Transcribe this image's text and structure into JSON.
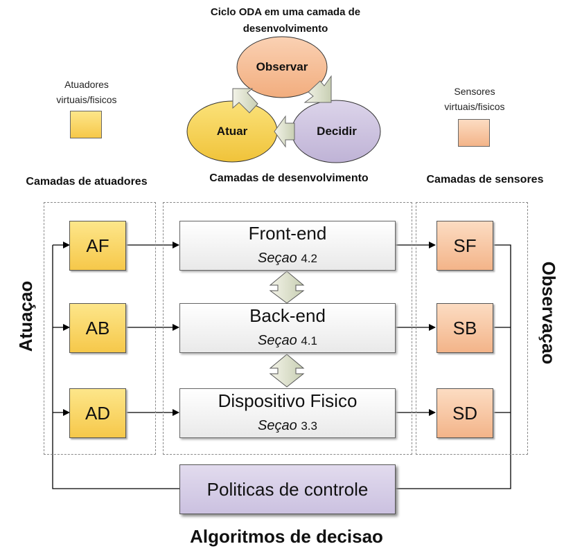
{
  "oda": {
    "title": "Ciclo ODA em uma camada de desenvolvimento",
    "observe": "Observar",
    "act": "Atuar",
    "decide": "Decidir"
  },
  "legend": {
    "actuators": "Atuadores virtuais/fisicos",
    "sensors": "Sensores virtuais/fisicos"
  },
  "columns": {
    "actuators_title": "Camadas de atuadores",
    "dev_title": "Camadas de desenvolvimento",
    "sensors_title": "Camadas de sensores"
  },
  "actuators": [
    "AF",
    "AB",
    "AD"
  ],
  "sensors": [
    "SF",
    "SB",
    "SD"
  ],
  "dev_layers": [
    {
      "name": "Front-end",
      "sec_word": "Seçao",
      "sec_num": "4.2"
    },
    {
      "name": "Back-end",
      "sec_word": "Seçao",
      "sec_num": "4.1"
    },
    {
      "name": "Dispositivo Fisico",
      "sec_word": "Seçao",
      "sec_num": "3.3"
    }
  ],
  "policy": "Politicas de controle",
  "side_left": "Atuaçao",
  "side_right": "Observaçao",
  "bottom_title": "Algoritmos de decisao",
  "colors": {
    "actuator": "#f6c84a",
    "sensor": "#f3b489",
    "decide": "#c9bfdd",
    "policy": "#cbc1e0"
  }
}
